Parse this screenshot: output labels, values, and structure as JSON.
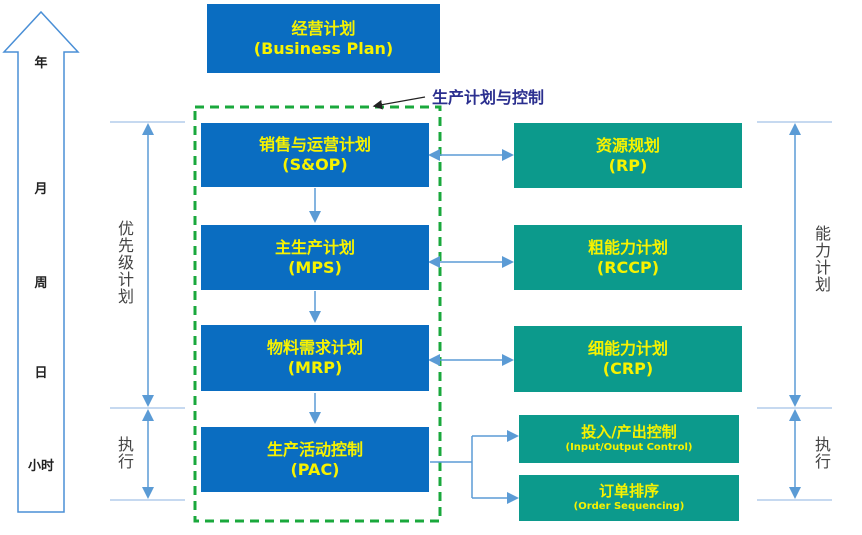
{
  "business_plan": {
    "line1": "经营计划",
    "line2": "(Business Plan)"
  },
  "pcc_label": "生产计划与控制",
  "priority_boxes": [
    {
      "line1": "销售与运营计划",
      "line2": "(S&OP)"
    },
    {
      "line1": "主生产计划",
      "line2": "(MPS)"
    },
    {
      "line1": "物料需求计划",
      "line2": "(MRP)"
    },
    {
      "line1": "生产活动控制",
      "line2": "(PAC)"
    }
  ],
  "capacity_boxes": [
    {
      "line1": "资源规划",
      "line2": "(RP)"
    },
    {
      "line1": "粗能力计划",
      "line2": "(RCCP)"
    },
    {
      "line1": "细能力计划",
      "line2": "(CRP)"
    }
  ],
  "execution_boxes": [
    {
      "line1": "投入/产出控制",
      "line2": "(Input/Output Control)"
    },
    {
      "line1": "订单排序",
      "line2": "(Order Sequencing)"
    }
  ],
  "time_scale": [
    "年",
    "月",
    "周",
    "日",
    "小时"
  ],
  "left_labels": {
    "priority": "优先级计划",
    "execution": "执行"
  },
  "right_labels": {
    "capacity": "能力计划",
    "execution": "执行"
  },
  "colors": {
    "blue": "#0a6dc1",
    "teal": "#0c9a8c",
    "text_yellow": "#f7f200",
    "dash_green": "#1aa83c",
    "arrow_blue": "#5b9bd5"
  }
}
